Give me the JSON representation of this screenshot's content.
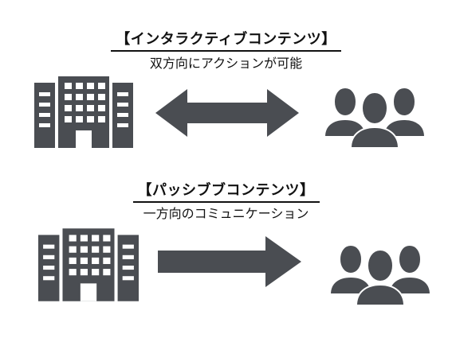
{
  "interactive": {
    "heading": "【インタラクティブコンテンツ】",
    "subheading": "双方向にアクションが可能",
    "left_icon": "building-icon",
    "connector_icon": "double-arrow-icon",
    "right_icon": "people-group-icon"
  },
  "passive": {
    "heading": "【パッシブブコンテンツ】",
    "subheading": "一方向のコミュニケーション",
    "left_icon": "building-icon",
    "connector_icon": "right-arrow-icon",
    "right_icon": "people-group-icon"
  },
  "colors": {
    "icon": "#4a4d52",
    "text": "#111111"
  }
}
